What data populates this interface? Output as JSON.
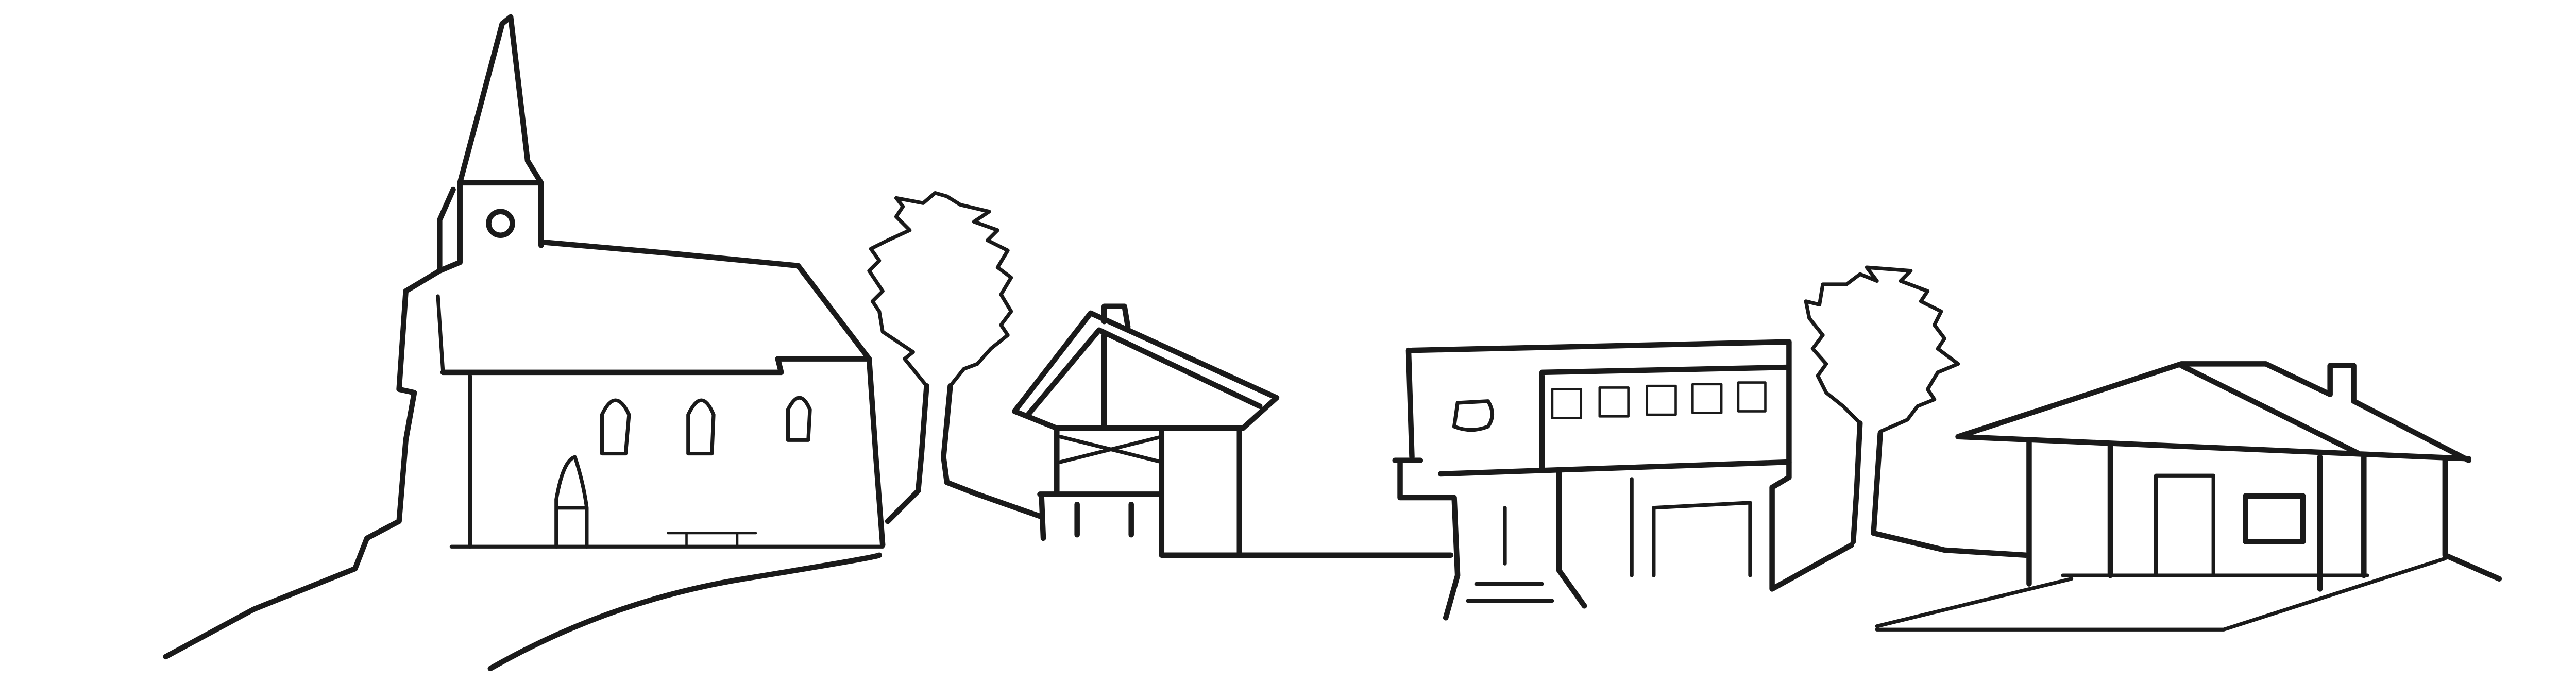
{
  "illustration": {
    "stroke_color": "#1a1a1a",
    "background": "#ffffff",
    "buildings": [
      "church",
      "small-house",
      "flat-roof-building",
      "bungalow"
    ],
    "trees": 2
  }
}
